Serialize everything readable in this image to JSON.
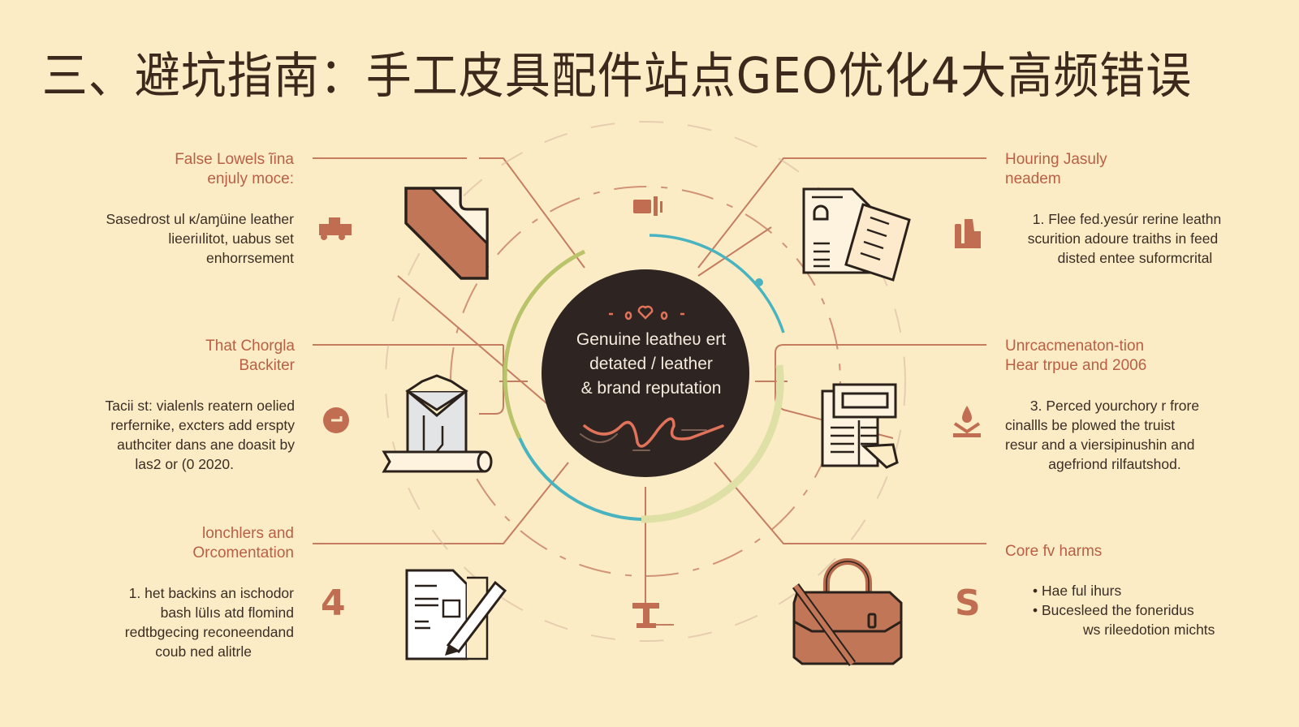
{
  "title": "三、避坑指南：手工皮具配件站点GEO优化4大高频错误",
  "colors": {
    "background": "#fcecc6",
    "accent": "#c06d52",
    "heading": "#b85f45",
    "center_circle": "#2e2421",
    "ring_teal": "#49b4bf",
    "ring_green": "#b9c46a",
    "ink": "#2b211b"
  },
  "center": {
    "lines": [
      "Genuine leatheʋ ert",
      "detated / leather",
      "& brand reputation"
    ],
    "decoration": "heart-icon"
  },
  "left_blocks": [
    {
      "heading": [
        "False Lowels ĩina",
        "enjuly moce:"
      ],
      "body": [
        "Sasedrost ul ĸ/aɱüine leather",
        "lieeriılitot, uabus set",
        "enhorrsement"
      ],
      "side_icon": "tractor-icon",
      "main_icon": "leather-strip-icon"
    },
    {
      "heading": [
        "That Chorgla",
        "Backiter"
      ],
      "body": [
        "Tacii st:  vialenls reatern oelied",
        "rerfernike, excters add erspty",
        "authciter dans ane doasit by",
        "las2  or  (0 2020."
      ],
      "side_icon": "leaf-badge-icon",
      "main_icon": "shirt-box-icon"
    },
    {
      "heading": [
        "lonchlers and",
        "Orcomentation"
      ],
      "body": [
        "1. het backins an ischodor",
        "bash lülıs atd flomind",
        "redtbgecing reconeendand",
        "coub ned alitrle"
      ],
      "side_icon": "number-4-icon",
      "side_glyph": "4",
      "main_icon": "document-pen-icon"
    }
  ],
  "right_blocks": [
    {
      "heading": [
        "Houring Jasuly",
        "neadem"
      ],
      "body": [
        "1. Flee fed.yesúr rerine leathn",
        "scurition adoure traiths in feed",
        "disted entee suformcrital"
      ],
      "side_icon": "boot-icon",
      "main_icon": "documents-lock-icon"
    },
    {
      "heading": [
        "Unrcacmenaton-tion",
        "Hear trpue and 2006"
      ],
      "body": [
        "3. Perced yourchory r frore",
        "cinallls be plowed the truist",
        "resur and a viersipinushin and",
        "agefriond rilfautshod."
      ],
      "side_icon": "flame-bowl-icon",
      "main_icon": "newspaper-hand-icon"
    },
    {
      "heading": [
        "Core fv harms"
      ],
      "bullets": [
        "Hae ful ihurs",
        "Bucesleed the foneridus",
        "ws rileedotion michts"
      ],
      "side_icon": "s-swirl-icon",
      "side_glyph": "S",
      "main_icon": "briefcase-icon"
    }
  ],
  "top_icon": "wallet-icon",
  "bottom_icon": "anvil-icon"
}
